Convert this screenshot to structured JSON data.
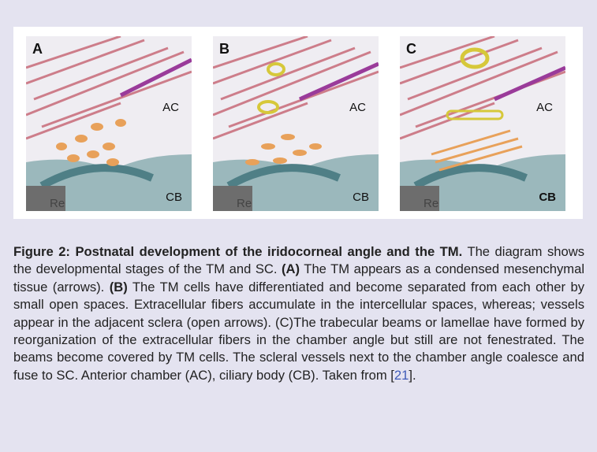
{
  "panels": [
    {
      "letter": "A",
      "labels": {
        "ac": "AC",
        "cb": "CB",
        "re": "Re"
      }
    },
    {
      "letter": "B",
      "labels": {
        "ac": "AC",
        "cb": "CB",
        "re": "Re"
      }
    },
    {
      "letter": "C",
      "labels": {
        "ac": "AC",
        "cb": "CB",
        "re": "Re"
      }
    }
  ],
  "caption": {
    "title": "Figure 2: Postnatal development of the iridocorneal angle and the TM.",
    "intro": " The diagram shows the developmental stages of the TM and SC. ",
    "label_a": "(A)",
    "text_a": " The TM appears as a condensed mesenchymal tissue (arrows). ",
    "label_b": "(B)",
    "text_b": " The TM cells have differentiated and become separated from each other by small open spaces. Extracellular fibers accumulate in the intercellular spaces, whereas; vessels appear in the adjacent sclera (open arrows). (C)The trabecular beams or lamellae have formed by reorganization of the extracellular fibers in the chamber angle but still are not fenestrated. The beams become covered by TM cells. The scleral vessels next to the chamber angle coalesce and fuse to SC. Anterior chamber (AC), ciliary body (CB). Taken from [",
    "ref": "21",
    "end": "]."
  },
  "colors": {
    "page_bg": "#e4e3f0",
    "sclera_fiber": "#c86a78",
    "vessel": "#d6c83a",
    "tm_cells": "#e8a15a",
    "ciliary": "#6f9aa0",
    "ref_link": "#3f5bb8"
  }
}
